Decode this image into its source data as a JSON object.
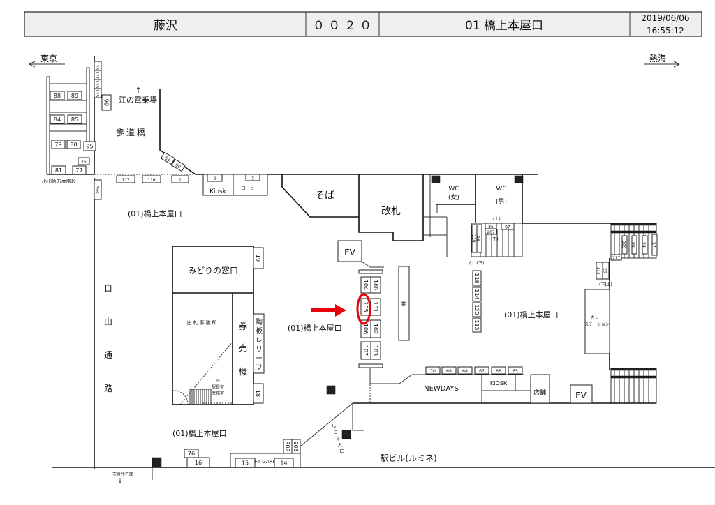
{
  "header": {
    "station": "藤沢",
    "code": "０ ０ ２ ０",
    "exit": "01 橋上本屋口",
    "date": "2019/06/06",
    "time": "16:55:12"
  },
  "directions": {
    "tokyo": "東京",
    "atami": "熱海",
    "enoden": "江の電乗場",
    "shiyakusho": "市役所方面",
    "odakyu": "小田急方面階段"
  },
  "areas": {
    "hodoukyou": "歩道橋",
    "jiyu_tsuro": [
      "自",
      "由",
      "通",
      "路"
    ],
    "exit_label": "(01)橋上本屋口",
    "soba": "そば",
    "kaisatsu": "改札",
    "ev": "EV",
    "wc_women": [
      "WC",
      "(女)"
    ],
    "wc_men": [
      "WC",
      "(男)"
    ],
    "midori": "みどりの窓口",
    "shussatsu": "出札事務所",
    "kenbaiki": [
      "券",
      "売",
      "機"
    ],
    "touban": [
      "陶",
      "板",
      "レ",
      "リ",
      "ー",
      "フ"
    ],
    "second_floor": [
      "2F",
      "駅長室",
      "庶務室"
    ],
    "kiosk_top": "Kiosk",
    "coffee": "コーヒー",
    "newdays": "NEWDAYS",
    "kiosk": "KIOSK",
    "tenpo": "店舗",
    "curry": [
      "カレー",
      "ステーション"
    ],
    "gyo": "業",
    "eki_biru": "駅ビル(ルミネ)",
    "lumine_entrance": [
      "ル",
      "ミ",
      "ネ",
      "入",
      "口"
    ],
    "garden": "FT GARD",
    "up": "(上)",
    "down": "(下)",
    "updown": "(上)(下)"
  },
  "lockers": [
    "88",
    "89",
    "84",
    "85",
    "79",
    "80",
    "95",
    "128",
    "127",
    "126",
    "125",
    "99",
    "83",
    "90",
    "75",
    "81",
    "77",
    "117",
    "116",
    "1",
    "2",
    "3",
    "399",
    "104",
    "100",
    "105",
    "101",
    "106",
    "102",
    "107",
    "103",
    "19",
    "18",
    "76",
    "16",
    "15",
    "14",
    "902",
    "903",
    "70",
    "69",
    "68",
    "67",
    "66",
    "65",
    "118",
    "114",
    "120",
    "113",
    "119",
    "58",
    "85",
    "207",
    "87",
    "109",
    "98",
    "94",
    "57",
    "217",
    "112",
    "29"
  ],
  "highlight": {
    "locker": "105",
    "color": "#e8000b"
  }
}
